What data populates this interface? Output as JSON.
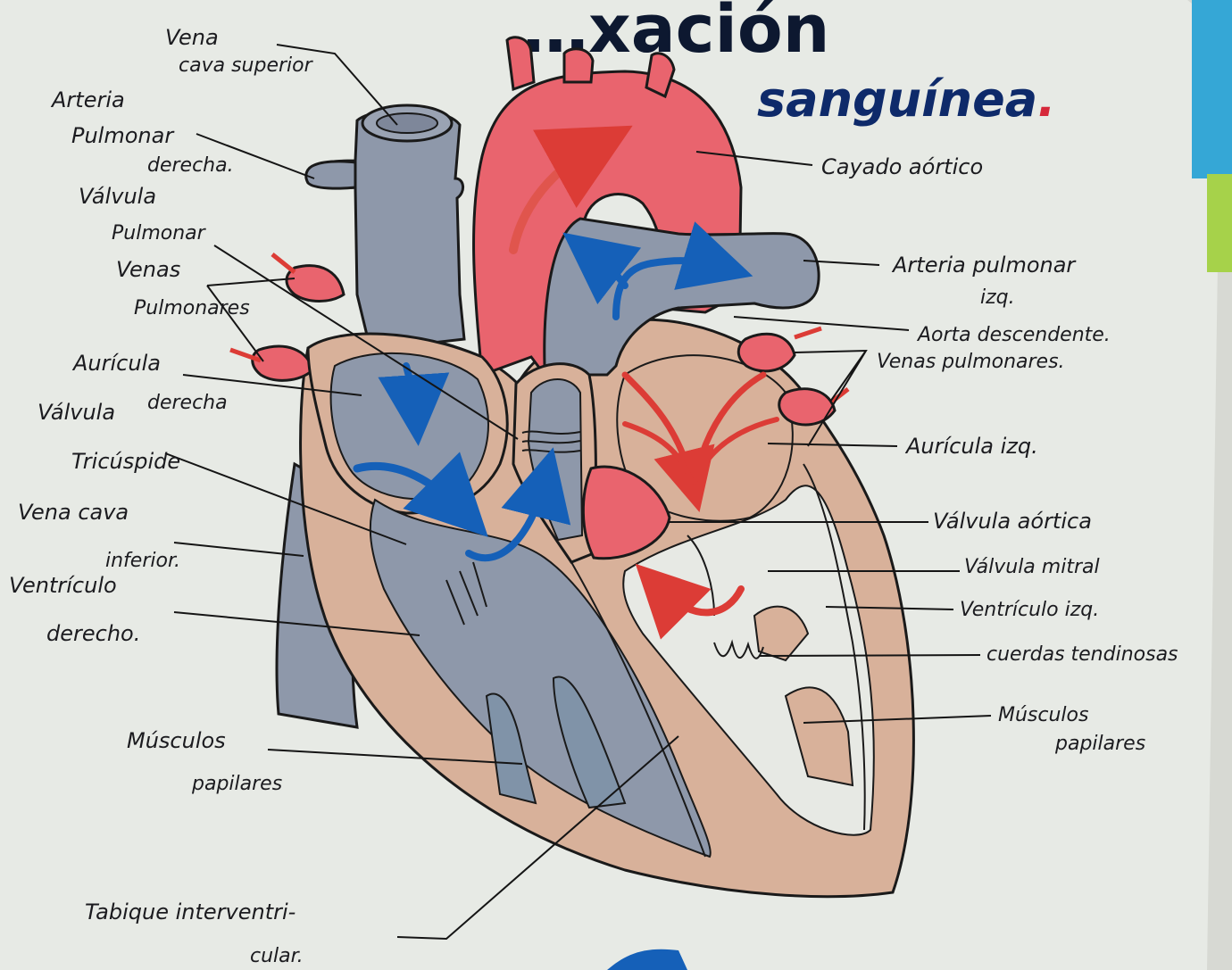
{
  "title": {
    "line1": "…xación",
    "line2": "sanguínea."
  },
  "labels_left": {
    "vena_cava_superior": [
      "Vena",
      "cava superior"
    ],
    "arteria_pulmonar_derecha": [
      "Arteria",
      "Pulmonar",
      "derecha."
    ],
    "valvula_pulmonar": [
      "Válvula",
      "Pulmonar"
    ],
    "venas_pulmonares_left": [
      "Venas",
      "Pulmonares"
    ],
    "auricula_derecha": [
      "Aurícula",
      "derecha"
    ],
    "valvula_tricuspide": [
      "Válvula",
      "Tricúspide"
    ],
    "vena_cava_inferior": [
      "Vena cava",
      "inferior."
    ],
    "ventriculo_derecho": [
      "Ventrículo",
      "derecho."
    ],
    "musculos_papilares_left": [
      "Músculos",
      "papilares"
    ],
    "tabique": [
      "Tabique interventri-",
      "cular."
    ]
  },
  "labels_right": {
    "cayado_aortico": "Cayado aórtico",
    "arteria_pulmonar_izq": [
      "Arteria pulmonar",
      "izq."
    ],
    "aorta_descendente": "Aorta descendente.",
    "venas_pulmonares_right": "Venas pulmonares.",
    "auricula_izq": "Aurícula izq.",
    "valvula_aortica": "Válvula aórtica",
    "valvula_mitral": "Válvula mitral",
    "ventriculo_izq": "Ventrículo izq.",
    "cuerdas_tendinosas": "cuerdas tendinosas",
    "musculos_papilares_right": [
      "Músculos",
      "papilares"
    ]
  },
  "colors": {
    "paper": "#e6e9e4",
    "deoxygenated": "#8e98aa",
    "oxygenated": "#e9646e",
    "myocardium": "#d9b39c",
    "arrow_blue": "#1560b8",
    "arrow_red": "#dc3c36",
    "title_blue": "#0e2a6a",
    "title_red": "#d6283a",
    "ink": "#1a1a1a"
  }
}
